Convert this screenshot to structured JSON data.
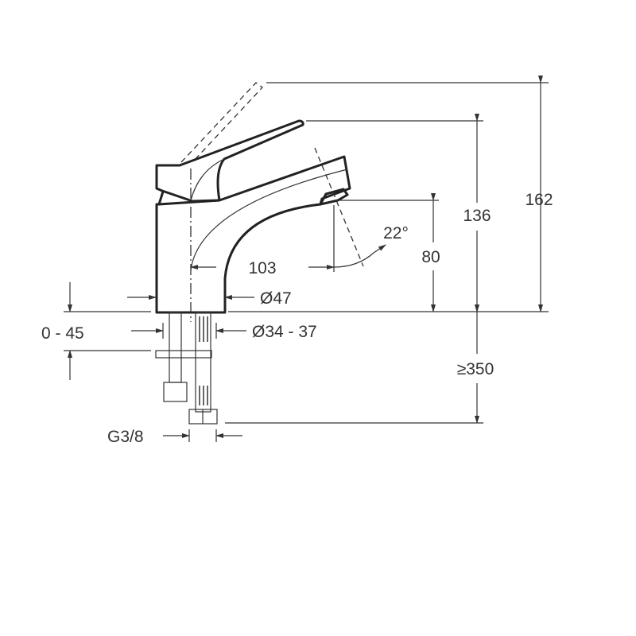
{
  "dimensions": {
    "total_height": "162",
    "lever_height": "136",
    "spout_height": "80",
    "spout_reach": "103",
    "spout_angle": "22°",
    "body_diameter": "Ø47",
    "hole_diameter": "Ø34 - 37",
    "deck_thickness": "0 - 45",
    "hose_length": "≥350",
    "connection_thread": "G3/8"
  }
}
